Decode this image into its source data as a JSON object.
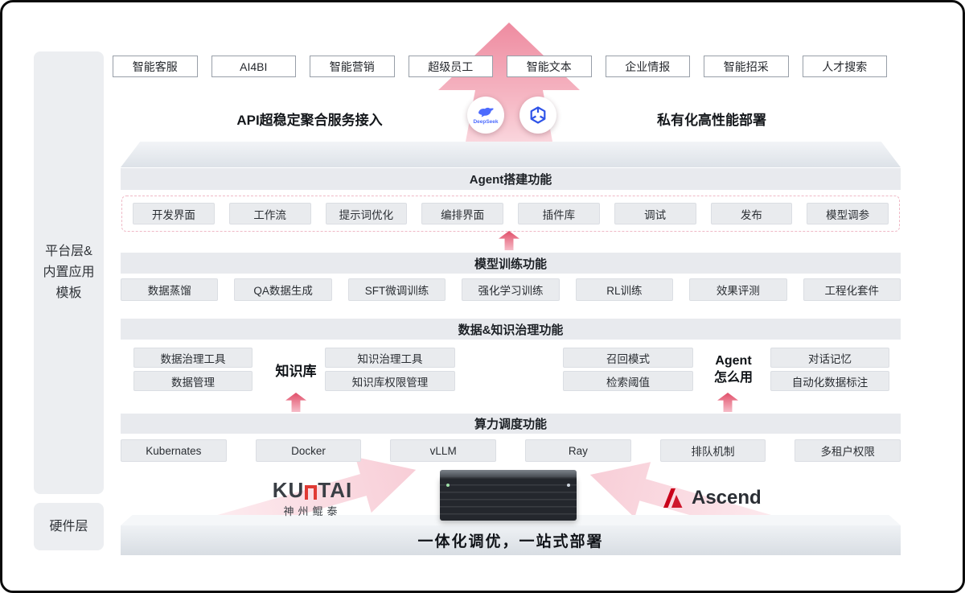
{
  "layers": {
    "platform_lines": [
      "平台层&",
      "内置应用",
      "模板"
    ],
    "hardware": "硬件层"
  },
  "apps": [
    "智能客服",
    "AI4BI",
    "智能营销",
    "超级员工",
    "智能文本",
    "企业情报",
    "智能招采",
    "人才搜索"
  ],
  "access": {
    "left_label": "API超稳定聚合服务接入",
    "right_label": "私有化高性能部署",
    "badge1_label": "DeepSeek"
  },
  "agent_section": {
    "title": "Agent搭建功能",
    "items": [
      "开发界面",
      "工作流",
      "提示词优化",
      "编排界面",
      "插件库",
      "调试",
      "发布",
      "模型调参"
    ]
  },
  "training_section": {
    "title": "模型训练功能",
    "items": [
      "数据蒸馏",
      "QA数据生成",
      "SFT微调训练",
      "强化学习训练",
      "RL训练",
      "效果评测",
      "工程化套件"
    ]
  },
  "data_section": {
    "title": "数据&知识治理功能",
    "knowledge": {
      "label": "知识库",
      "left": [
        "数据治理工具",
        "数据管理"
      ],
      "right": [
        "知识治理工具",
        "知识库权限管理"
      ]
    },
    "agent_usage": {
      "label_line1": "Agent",
      "label_line2": "怎么用",
      "left": [
        "召回模式",
        "检索阈值"
      ],
      "right": [
        "对话记忆",
        "自动化数据标注"
      ]
    }
  },
  "compute_section": {
    "title": "算力调度功能",
    "items": [
      "Kubernates",
      "Docker",
      "vLLM",
      "Ray",
      "排队机制",
      "多租户权限"
    ]
  },
  "hardware": {
    "kuntai_prefix": "KU",
    "kuntai_suffix": "TAI",
    "kuntai_sub": "神州鲲泰",
    "ascend_label": "Ascend",
    "banner": "一体化调优，一站式部署"
  },
  "colors": {
    "accent_pink": "#e9607a",
    "deepseek_blue": "#4d6bfe",
    "ascend_red": "#c9021a",
    "kuntai_red": "#e03a34",
    "bar_gray": "#e8eaee"
  }
}
